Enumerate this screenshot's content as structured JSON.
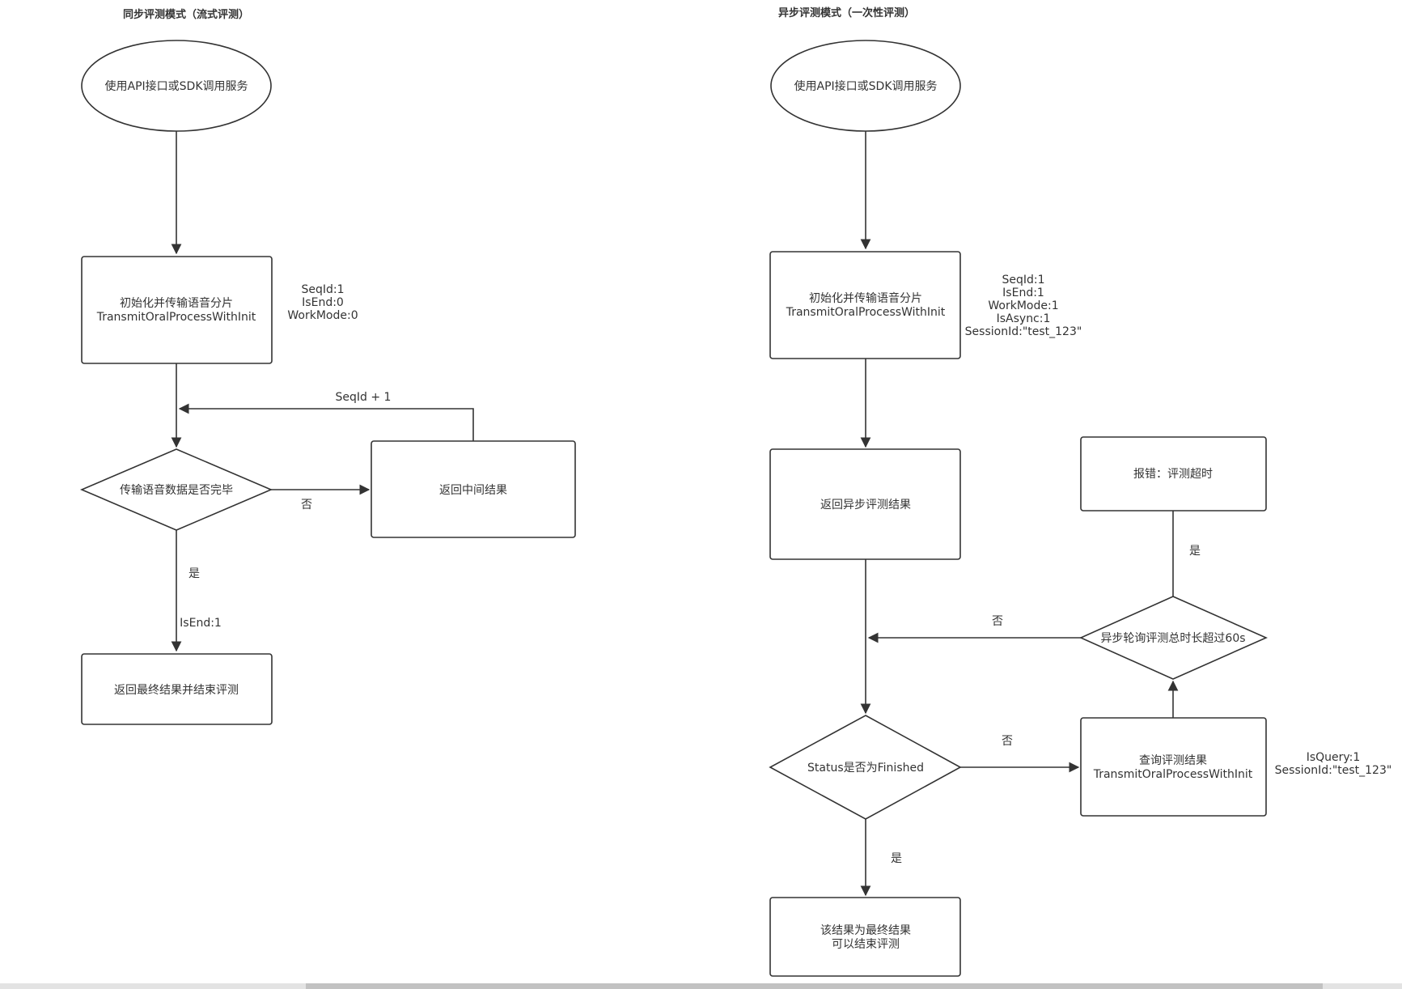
{
  "sync": {
    "title": "同步评测模式（流式评测）",
    "start": "使用API接口或SDK调用服务",
    "init": {
      "line1": "初始化并传输语音分片",
      "line2": "TransmitOralProcessWithInit"
    },
    "params": {
      "line1": "SeqId:1",
      "line2": "IsEnd:0",
      "line3": "WorkMode:0"
    },
    "decision": "传输语音数据是否完毕",
    "intermediate": "返回中间结果",
    "seq_increment": "SeqId + 1",
    "no_label": "否",
    "yes_label": "是",
    "isend_label": "IsEnd:1",
    "final": "返回最终结果并结束评测"
  },
  "async": {
    "title": "异步评测模式（一次性评测）",
    "start": "使用API接口或SDK调用服务",
    "init": {
      "line1": "初始化并传输语音分片",
      "line2": "TransmitOralProcessWithInit"
    },
    "params": {
      "line1": "SeqId:1",
      "line2": "IsEnd:1",
      "line3": "WorkMode:1",
      "line4": "IsAsync:1",
      "line5": "SessionId:\"test_123\""
    },
    "return_async": "返回异步评测结果",
    "timeout_error": "报错：评测超时",
    "timeout_yes_label": "是",
    "timeout_decision": "异步轮询评测总时长超过60s",
    "timeout_no_label": "否",
    "status_decision": "Status是否为Finished",
    "status_no_label": "否",
    "query": {
      "line1": "查询评测结果",
      "line2": "TransmitOralProcessWithInit"
    },
    "query_params": {
      "line1": "IsQuery:1",
      "line2": "SessionId:\"test_123\""
    },
    "status_yes_label": "是",
    "final": {
      "line1": "该结果为最终结果",
      "line2": "可以结束评测"
    }
  },
  "colors": {
    "stroke": "#333333",
    "text": "#333333",
    "fill": "#ffffff",
    "scrollbar_track": "#e3e3e3",
    "scrollbar_thumb": "#c2c2c2"
  }
}
